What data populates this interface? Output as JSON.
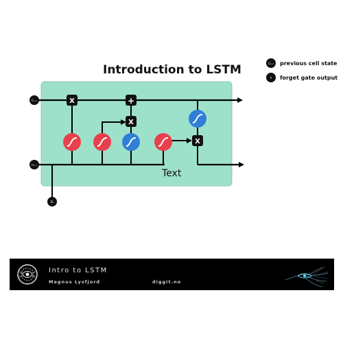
{
  "diagram": {
    "title": "Introduction to LSTM",
    "label_text": "Text",
    "input_labels": {
      "cell_prev": "Cₜ₋₁",
      "hidden_prev": "hₜ₋₁",
      "x_input": "Xₜ"
    },
    "ops": {
      "multiply": "X",
      "add": "+"
    }
  },
  "legend": {
    "items": [
      {
        "symbol": "Cₜ₋₁",
        "label": "previous cell state"
      },
      {
        "symbol": "fₜ",
        "label": "forget gate output"
      }
    ]
  },
  "footer": {
    "title": "Intro to LSTM",
    "author": "Magnus Lysfjord",
    "site": "diggit.no"
  },
  "colors": {
    "cell_background": "#9ee1cb",
    "sigmoid_gate": "#e8404d",
    "tanh_gate": "#2f7fd6",
    "line": "#000000",
    "footer_background": "#000000"
  }
}
